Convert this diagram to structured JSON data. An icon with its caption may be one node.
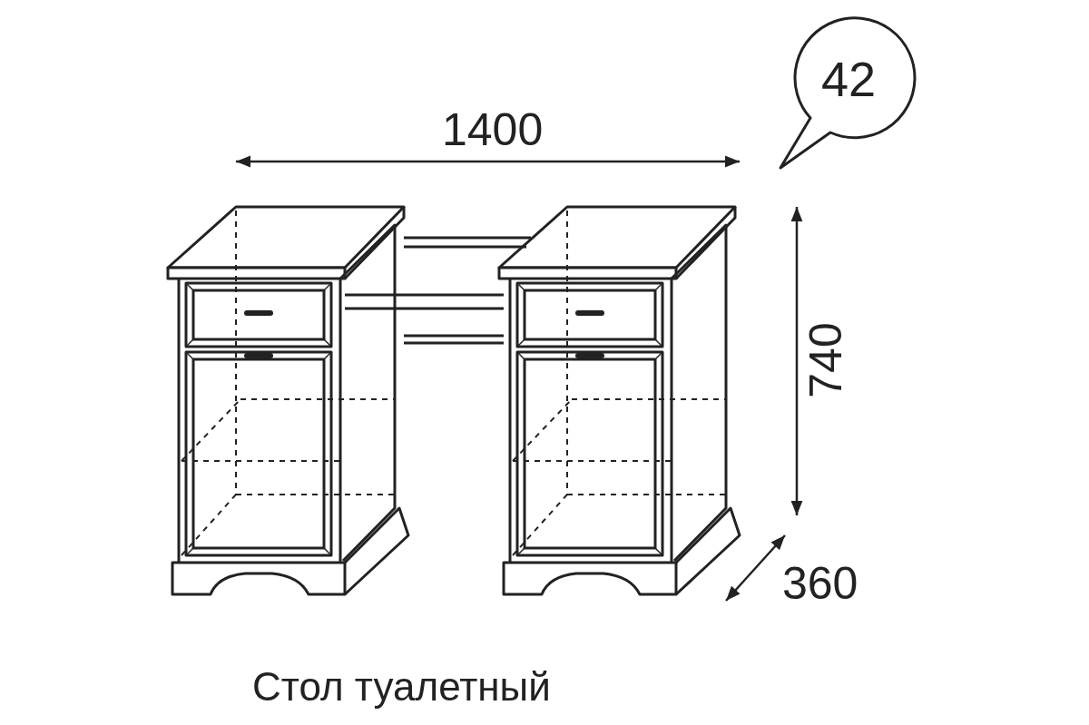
{
  "diagram": {
    "caption": "Стол туалетный",
    "nodes": [
      {
        "text": [
          "42"
        ]
      }
    ],
    "labels": [
      "1400",
      "740",
      "360"
    ]
  }
}
